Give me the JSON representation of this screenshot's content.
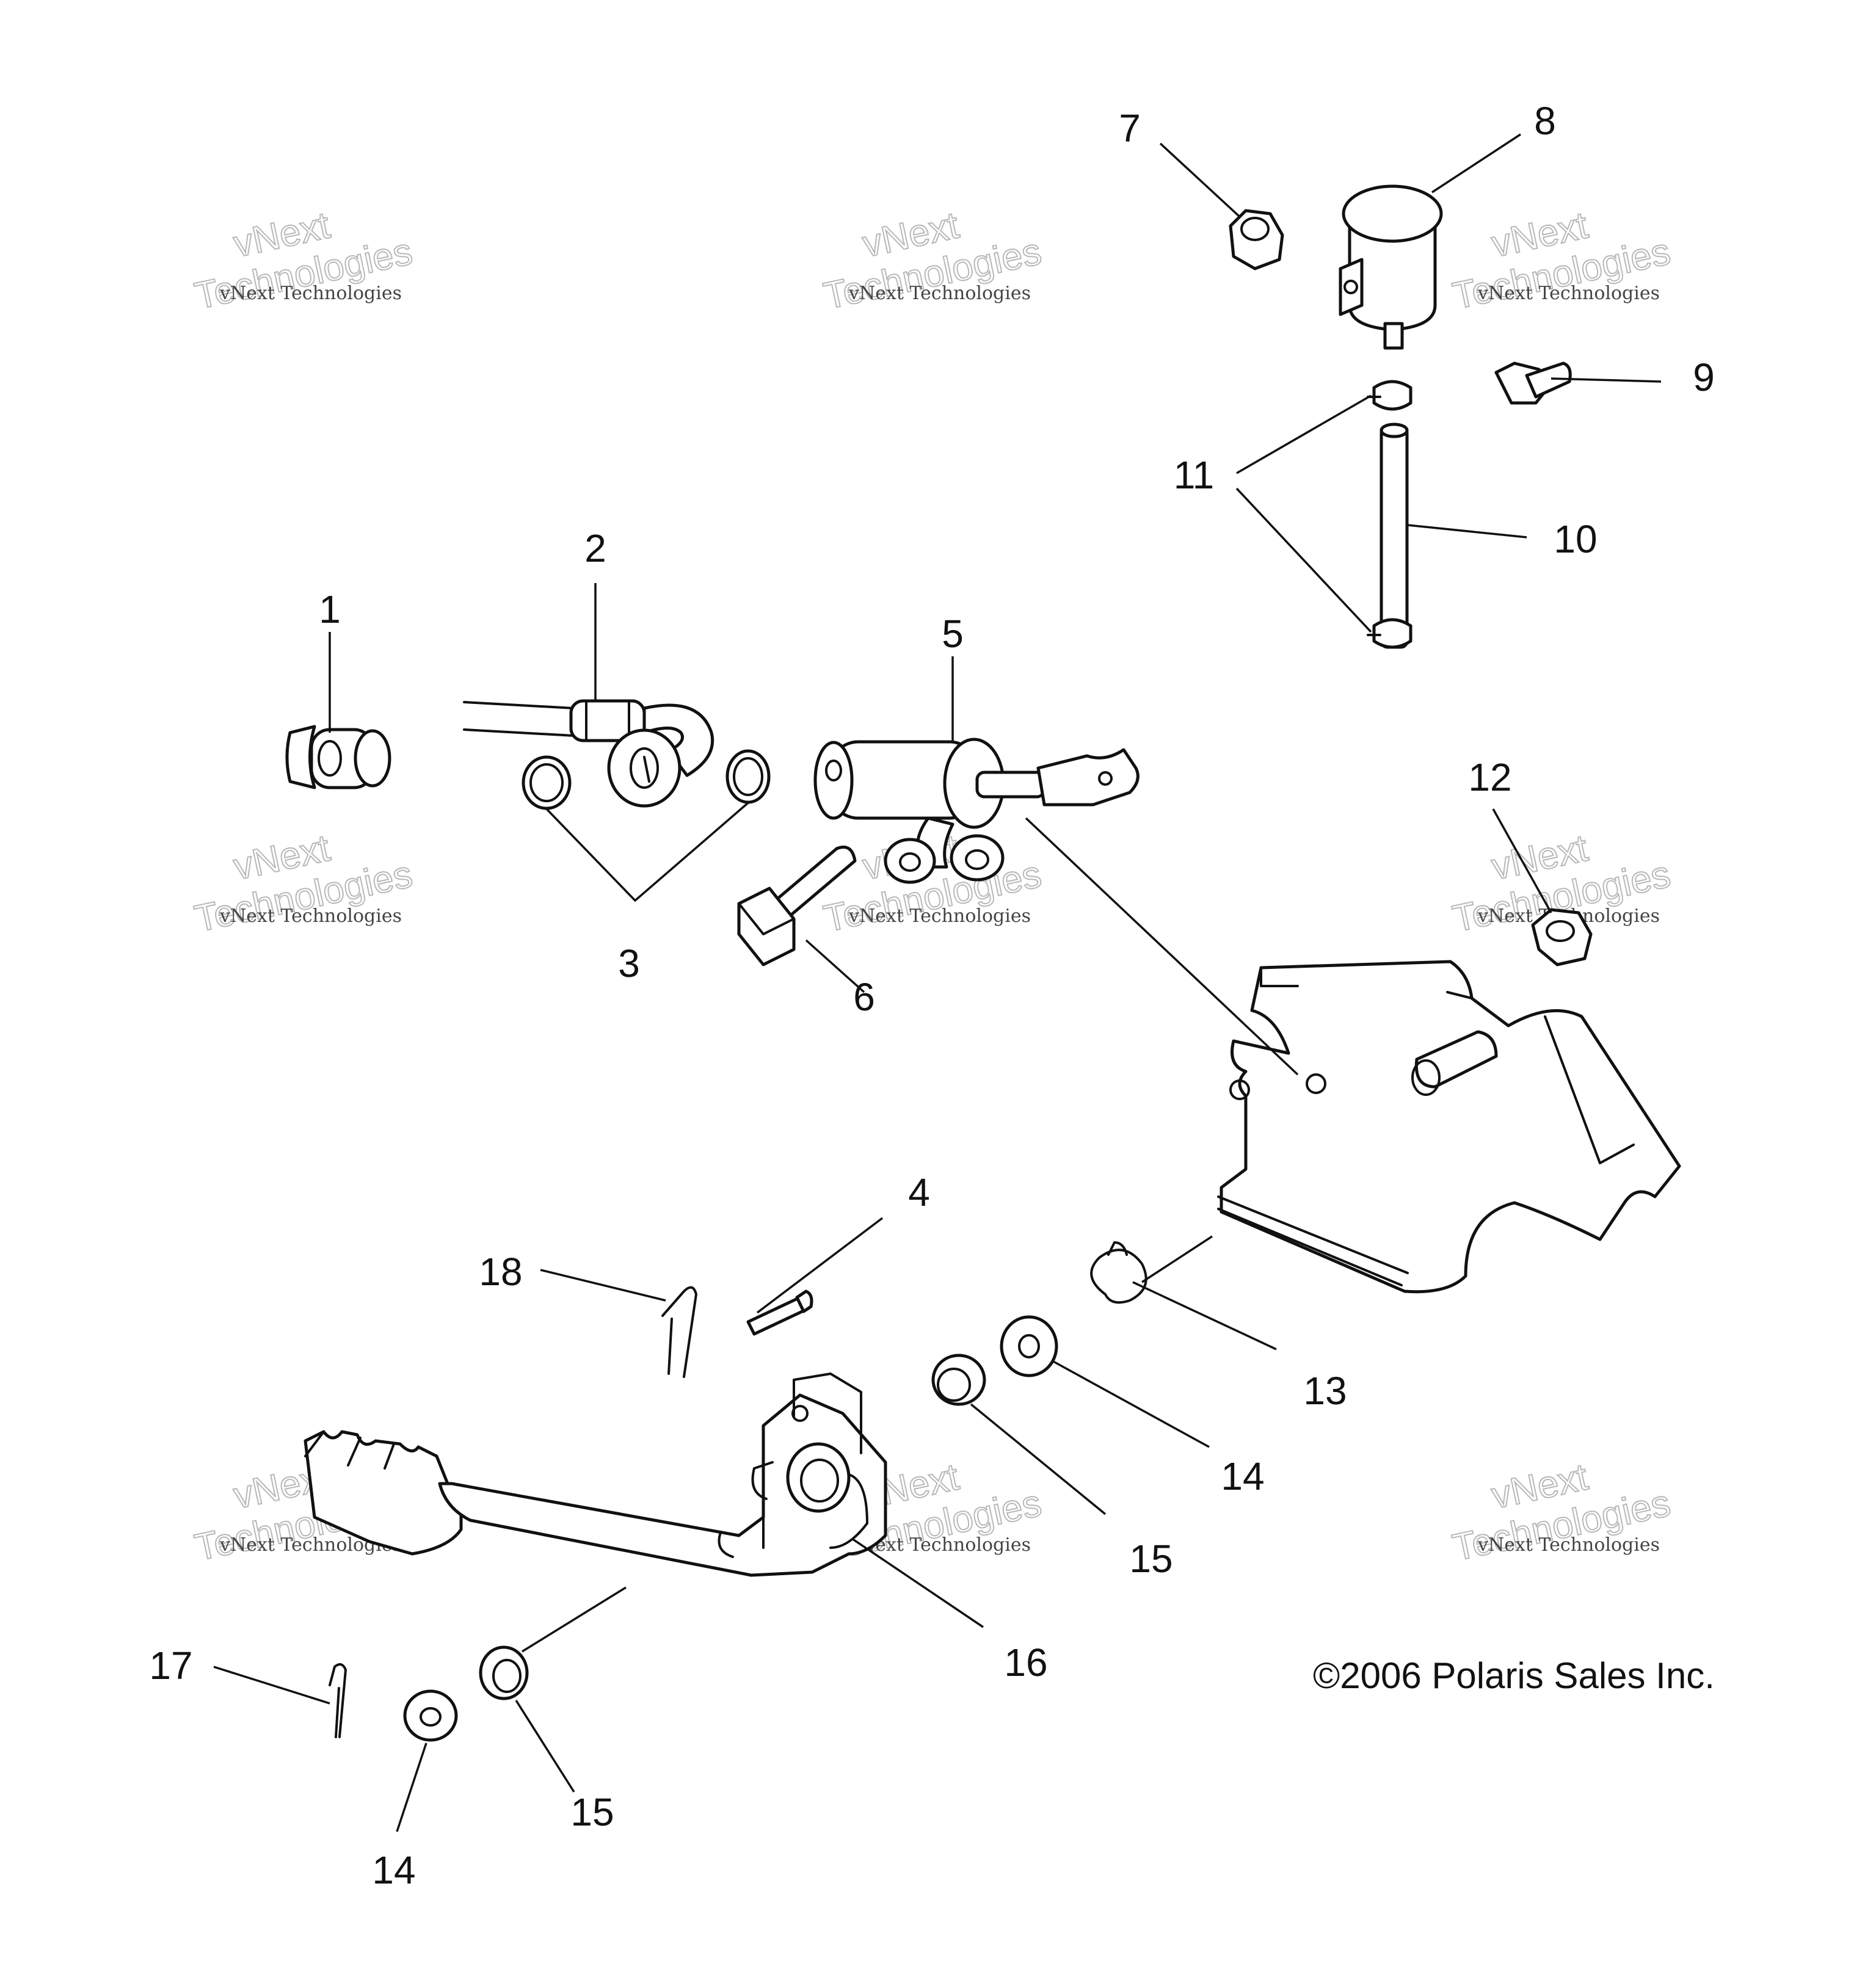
{
  "diagram": {
    "callouts": [
      {
        "id": "c1",
        "text": "1"
      },
      {
        "id": "c2",
        "text": "2"
      },
      {
        "id": "c3",
        "text": "3"
      },
      {
        "id": "c4",
        "text": "4"
      },
      {
        "id": "c5",
        "text": "5"
      },
      {
        "id": "c6",
        "text": "6"
      },
      {
        "id": "c7",
        "text": "7"
      },
      {
        "id": "c8",
        "text": "8"
      },
      {
        "id": "c9",
        "text": "9"
      },
      {
        "id": "c10",
        "text": "10"
      },
      {
        "id": "c11",
        "text": "11"
      },
      {
        "id": "c12",
        "text": "12"
      },
      {
        "id": "c13",
        "text": "13"
      },
      {
        "id": "c14a",
        "text": "14"
      },
      {
        "id": "c14b",
        "text": "14"
      },
      {
        "id": "c15a",
        "text": "15"
      },
      {
        "id": "c15b",
        "text": "15"
      },
      {
        "id": "c16",
        "text": "16"
      },
      {
        "id": "c17",
        "text": "17"
      },
      {
        "id": "c18",
        "text": "18"
      }
    ],
    "copyright": "©2006 Polaris Sales Inc.",
    "watermark": {
      "top": "vNext Technologies",
      "big_line1": "vNext",
      "big_line2": "Technologies"
    }
  }
}
